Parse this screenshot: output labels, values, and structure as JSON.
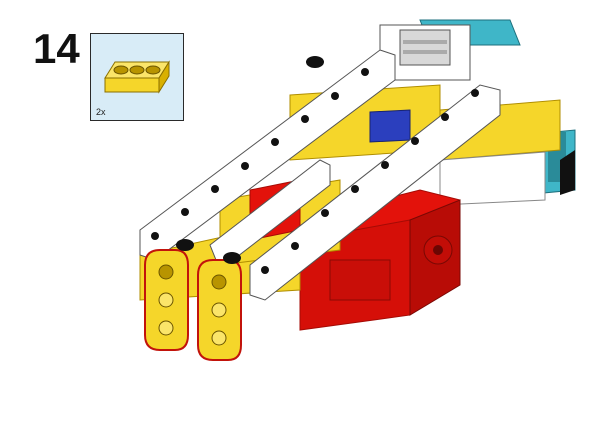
{
  "step": {
    "number": "14"
  },
  "callout": {
    "quantity": "2x",
    "part": "beam-3-icon"
  },
  "model": {
    "name": "lego-assembly-illustration"
  },
  "colors": {
    "yellow": "#f5d62a",
    "yellow_dark": "#d9b000",
    "red": "#e3120b",
    "red_dark": "#a50b05",
    "white": "#ffffff",
    "teal": "#3fb6c8",
    "blue": "#2b3fbe",
    "black": "#111111",
    "callout_bg": "#d8ecf7"
  }
}
